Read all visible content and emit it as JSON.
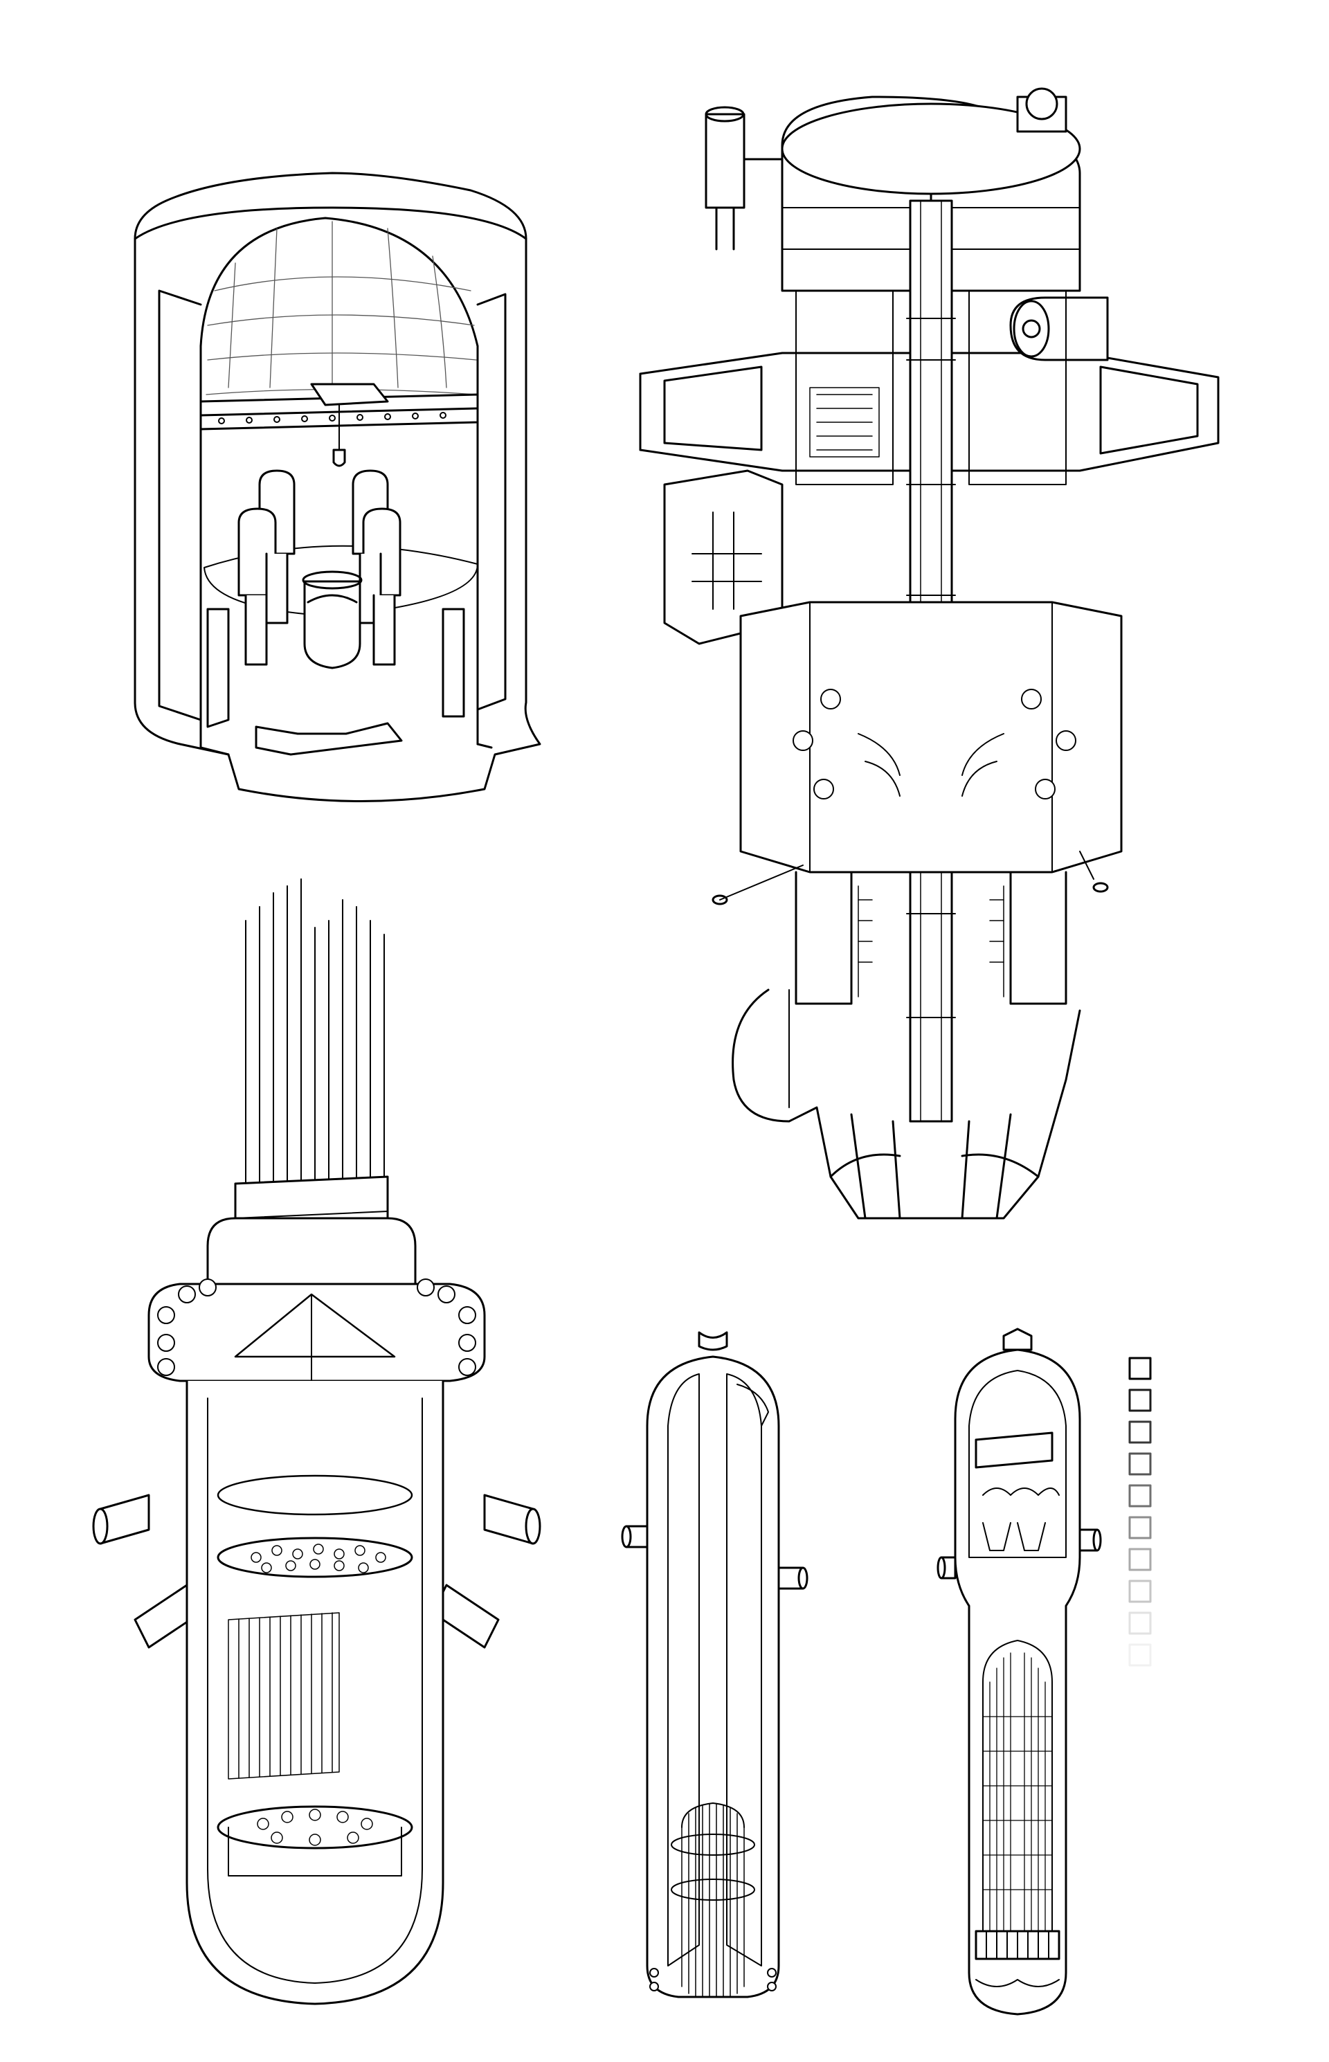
{
  "sheet": {
    "background": "#ffffff",
    "line_color": "#000000",
    "style": "isometric cutaway line illustration"
  },
  "illustrations": [
    {
      "id": "containment-building",
      "icon": "containment-cutaway-icon",
      "label": ""
    },
    {
      "id": "reactor-coolant-pump",
      "icon": "pump-cutaway-icon",
      "label": ""
    },
    {
      "id": "reactor-pressure-vessel",
      "icon": "reactor-vessel-cutaway-icon",
      "label": ""
    },
    {
      "id": "pressurizer",
      "icon": "pressurizer-cutaway-icon",
      "label": ""
    },
    {
      "id": "steam-generator",
      "icon": "steam-generator-cutaway-icon",
      "label": ""
    }
  ],
  "swatch_legend": {
    "count": 10,
    "labels": [],
    "border_greys": [
      "#000000",
      "#1c1c1c",
      "#383838",
      "#555555",
      "#717171",
      "#8d8d8d",
      "#aaaaaa",
      "#c6c6c6",
      "#e2e2e2",
      "#f1f1f1"
    ]
  }
}
